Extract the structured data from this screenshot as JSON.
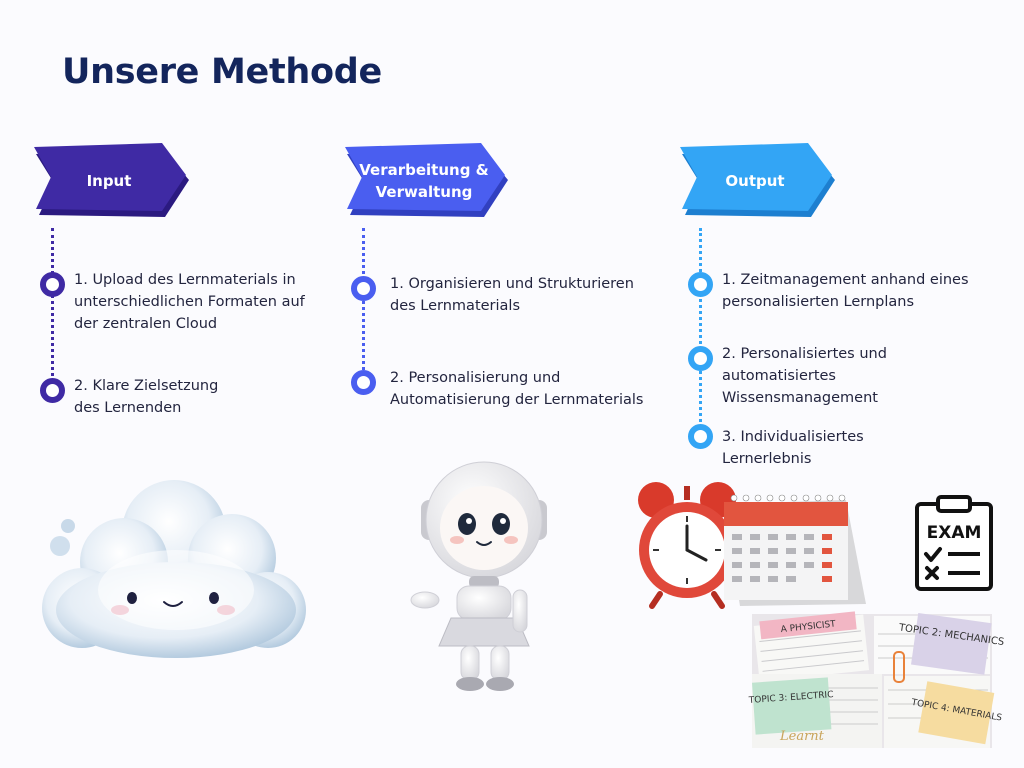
{
  "title": "Unsere Methode",
  "columns": [
    {
      "label": "Input",
      "color": "#3f2aa4",
      "shadow": "#2b1a80",
      "steps": [
        "1.  Upload des Lernmaterials in unterschiedlichen Formaten auf der zentralen Cloud",
        "2. Klare Zielsetzung des Lernenden"
      ]
    },
    {
      "label": "Verarbeitung & Verwaltung",
      "color": "#4a5ef0",
      "shadow": "#3140c0",
      "steps": [
        "1. Organisieren und Strukturieren des Lernmaterials",
        "2. Personalisierung und Automatisierung der Lernmaterials"
      ]
    },
    {
      "label": "Output",
      "color": "#33a5f5",
      "shadow": "#1d7fd0",
      "steps": [
        "1. Zeitmanagement anhand eines personalisierten Lernplans",
        "2. Personalisiertes und automatisiertes Wissensmanagement",
        "3. Individualisiertes Lernerlebnis"
      ]
    }
  ],
  "illustrations": {
    "cloud": "cloud-mascot-icon",
    "robot": "robot-mascot-icon",
    "alarm_clock": "alarm-clock-icon",
    "calendar": "calendar-icon",
    "exam": "exam-checklist-icon",
    "exam_text": "EXAM",
    "notes_photo": "study-notes-photo",
    "notes_labels": [
      "A PHYSICIST",
      "TOPIC 2: MECHANICS",
      "TOPIC 3: ELECTRIC",
      "TOPIC 4: MATERIALS",
      "Learnt"
    ]
  }
}
